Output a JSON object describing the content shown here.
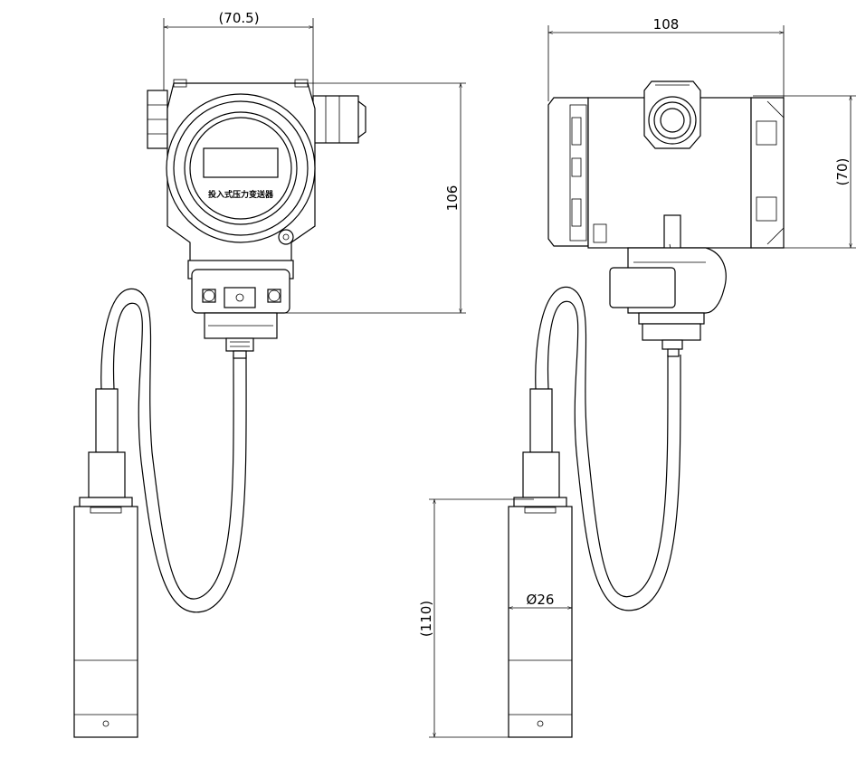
{
  "dimensions": {
    "front_width": "(70.5)",
    "front_height": "106",
    "side_width": "108",
    "side_height": "(70)",
    "probe_length": "(110)",
    "probe_diameter": "Ø26"
  },
  "display_label": "投入式压力变送器"
}
